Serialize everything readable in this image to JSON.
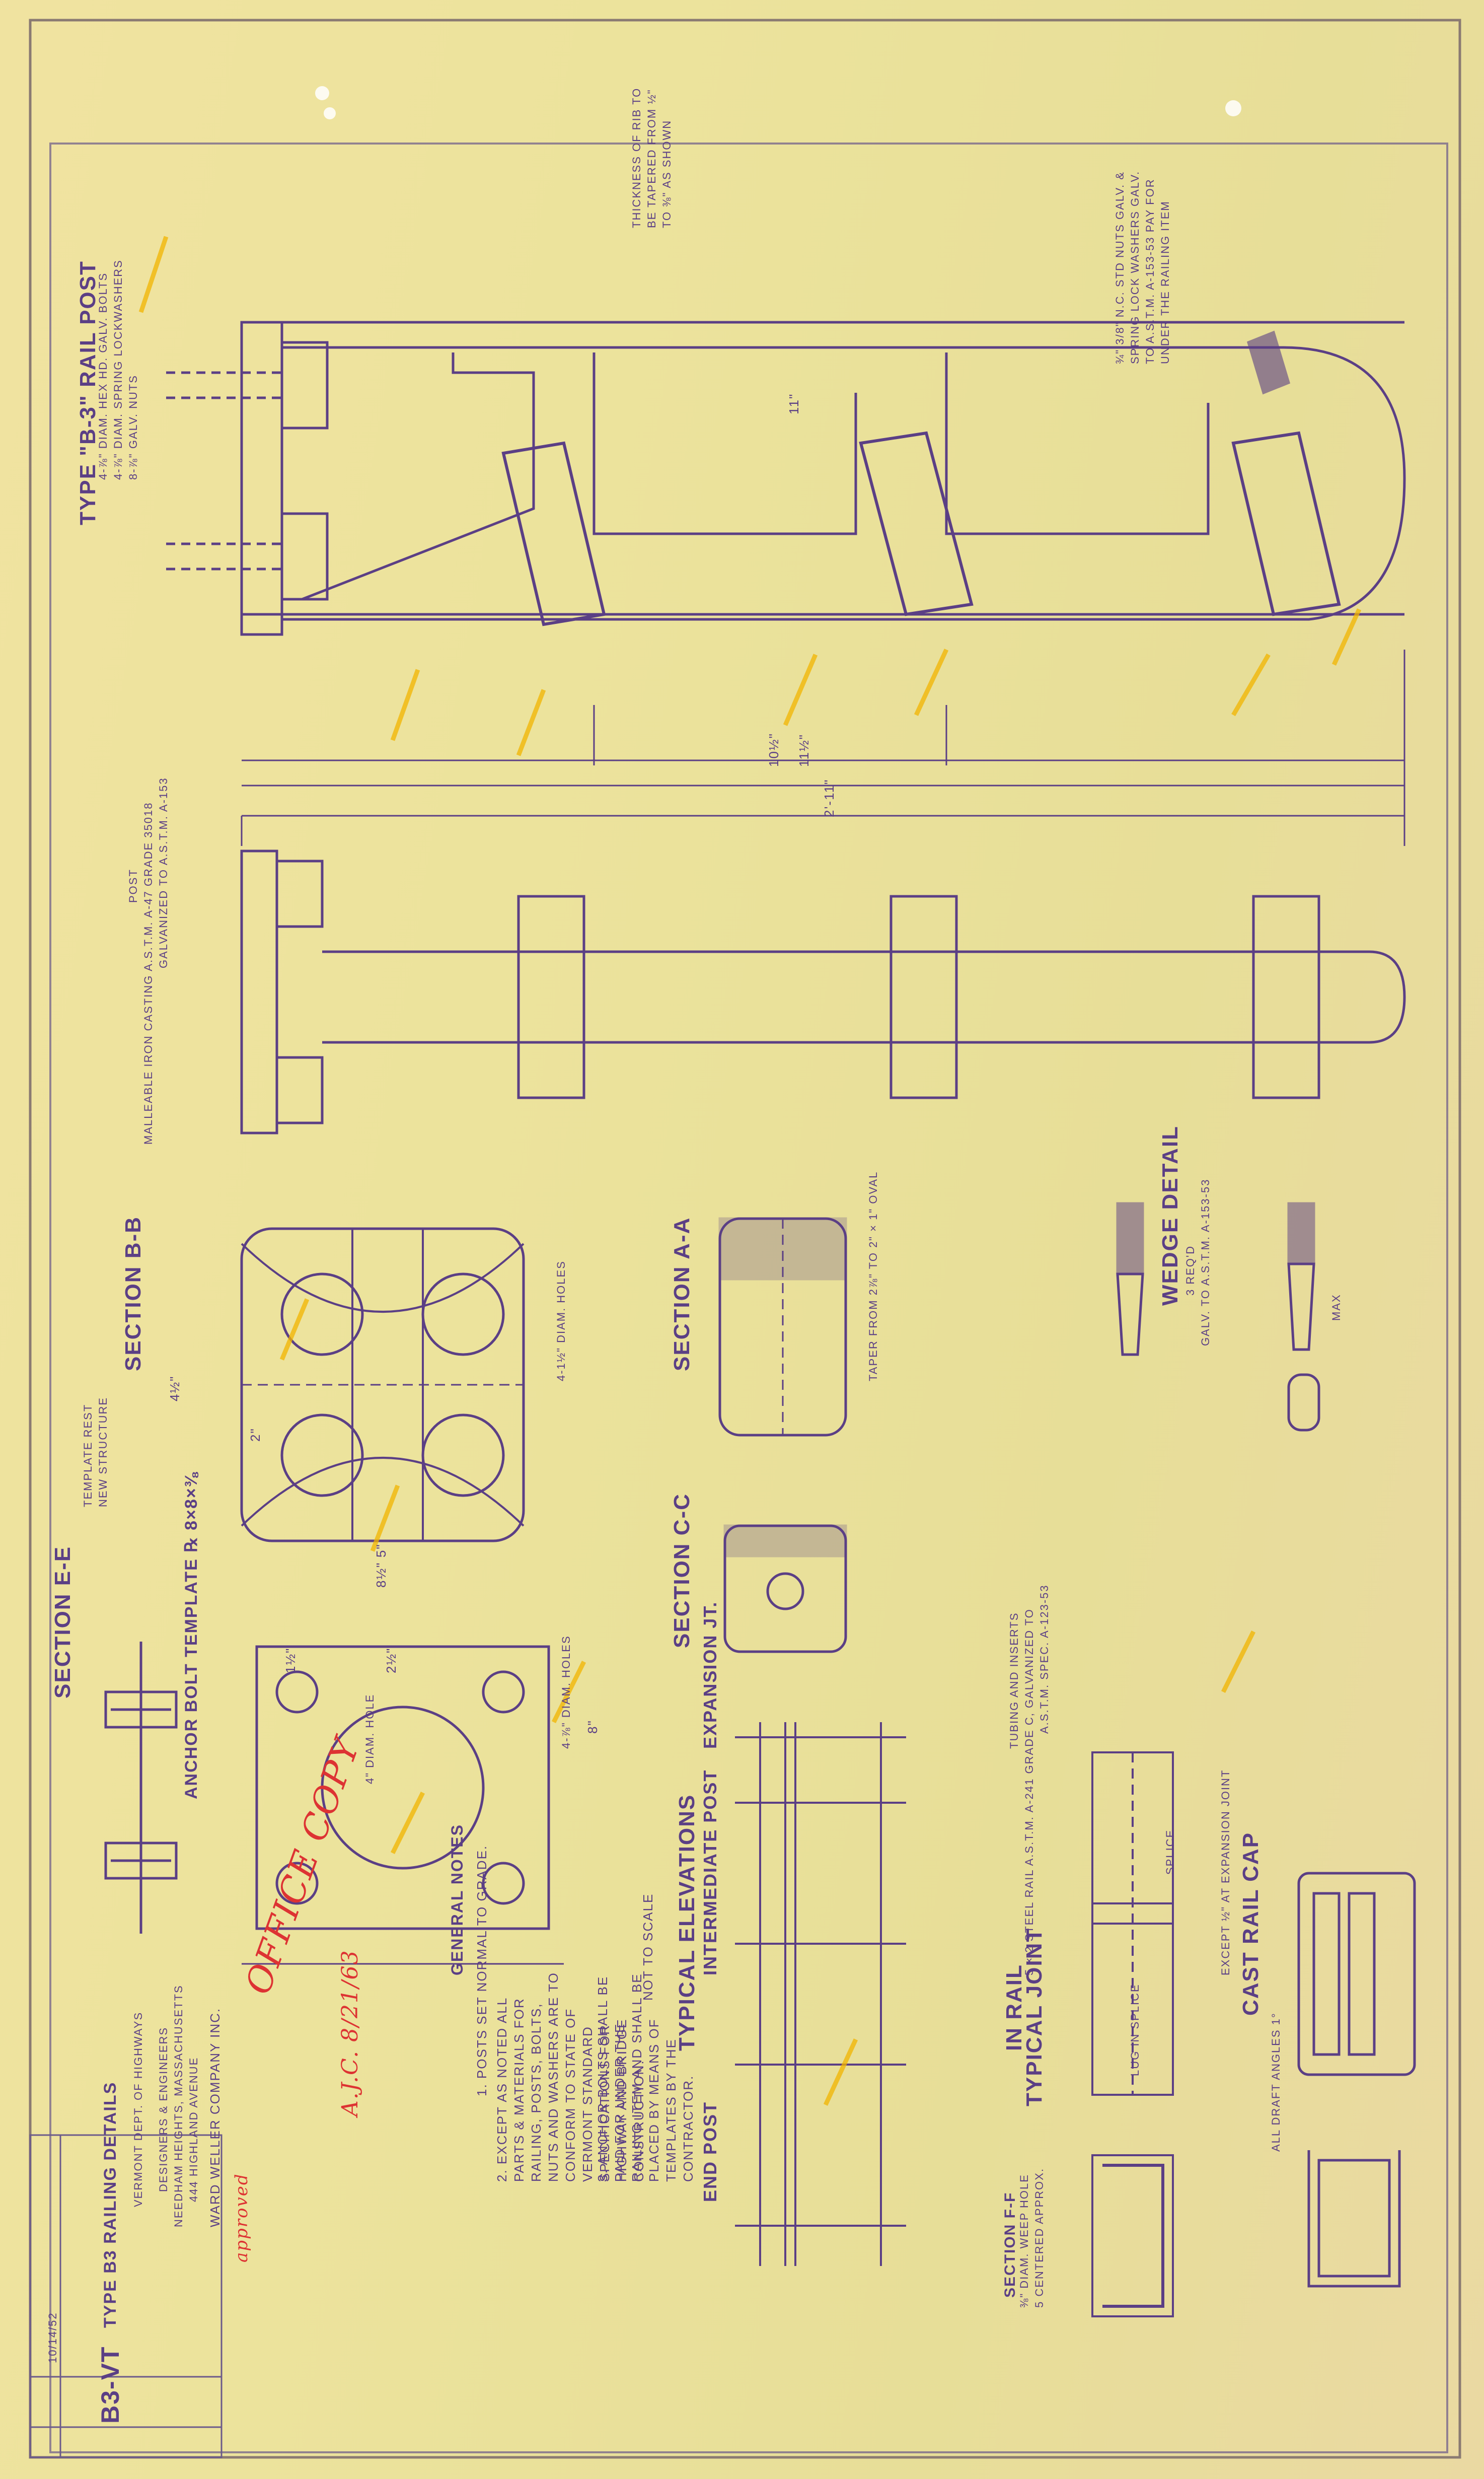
{
  "titles": {
    "rail_post": "TYPE \"B-3\" RAIL POST",
    "section_bb": "SECTION B-B",
    "section_aa": "SECTION A-A",
    "section_cc": "SECTION C-C",
    "section_ee": "SECTION E-E",
    "wedge": "WEDGE DETAIL",
    "anchor_template": "ANCHOR BOLT TEMPLATE  ℞ 8×8×⅜",
    "typical_joint": "TYPICAL JOINT",
    "in_rail": "IN RAIL",
    "cast_rail_cap": "CAST RAIL CAP",
    "section_ff": "SECTION F-F",
    "typical_elevations": "TYPICAL ELEVATIONS",
    "not_to_scale": "NOT TO SCALE",
    "expansion_jt": "EXPANSION JT.",
    "intermediate_post": "INTERMEDIATE POST",
    "end_post": "END POST",
    "general_notes": "GENERAL NOTES"
  },
  "notes": {
    "nuts": "¾\" 3/8\" N.C. STD NUTS GALV. & SPRING LOCK WASHERS GALV. TO A.S.T.M. A-153-53 PAY FOR UNDER THE RAILING ITEM",
    "rib_1": "THICKNESS OF RIB TO",
    "rib_2": "BE TAPERED FROM ½\"",
    "rib_3": "TO ⅜\" AS SHOWN",
    "bolts_1": "4-⅞\" DIAM. HEX HD. GALV. BOLTS",
    "bolts_2": "4-⅞\" DIAM. SPRING LOCKWASHERS",
    "bolts_3": "8-⅞\" GALV. NUTS",
    "post_1": "POST",
    "post_2": "MALLEABLE IRON CASTING A.S.T.M. A-47 GRADE 35018",
    "post_3": "GALVANIZED TO A.S.T.M. A-153",
    "holes": "4-1½\" DIAM. HOLES",
    "anchor_holes": "4-⅞\" DIAM. HOLES",
    "diam_hole": "4\" DIAM. HOLE",
    "taper": "TAPER FROM 2⅞\" TO 2\" × 1\" OVAL",
    "wedge_1": "3 REQ'D",
    "wedge_2": "GALV. TO A.S.T.M. A-153-53",
    "tubing_1": "TUBING AND INSERTS",
    "tubing_2": "5 × 2 STEEL RAIL A.S.T.M. A-241 GRADE C, GALVANIZED TO",
    "tubing_3": "A.S.T.M. SPEC. A-123-53",
    "template_1": "TEMPLATE REST",
    "template_2": "NEW STRUCTURE",
    "splice": "SPLICE",
    "weep_1": "⅜\" DIAM. WEEP HOLE",
    "weep_2": "5 CENTERED APPROX.",
    "draft": "ALL DRAFT ANGLES 1°",
    "except_joint": "EXCEPT ½\" AT EXPANSION JOINT",
    "lug_splice": "LUG IN SPLICE",
    "max": "MAX",
    "note_1": "1. POSTS SET NORMAL TO GRADE.",
    "note_2": "2. EXCEPT AS NOTED ALL PARTS & MATERIALS FOR RAILING, POSTS, BOLTS, NUTS AND WASHERS ARE TO CONFORM TO STATE OF VERMONT STANDARD SPECIFICATIONS FOR HIGHWAY AND BRIDGE CONSTRUCTION.",
    "note_3": "3. ANCHOR BOLTS SHALL BE PAID FOR UNDER THE RAILING ITEM AND SHALL BE PLACED BY MEANS OF TEMPLATES BY THE CONTRACTOR."
  },
  "dims": {
    "d_11": "11\"",
    "d_10_5": "10½\"",
    "d_11_5": "11½\"",
    "d_2_11": "2'-11\"",
    "d_4_5": "4½\"",
    "d_5": "5\"",
    "d_8_5": "8½\"",
    "d_8": "8\"",
    "d_1_5": "1½\"",
    "d_2_5": "2½\"",
    "d_2": "2\""
  },
  "title_block": {
    "company": "WARD WELLER COMPANY INC.",
    "address": "444 HIGHLAND AVENUE",
    "city": "NEEDHAM HEIGHTS, MASSACHUSETTS",
    "engineers": "DESIGNERS & ENGINEERS",
    "dept": "VERMONT DEPT. OF HIGHWAYS",
    "drawing_title": "TYPE B3 RAILING DETAILS",
    "drawing_no": "B3-VT",
    "date": "10/14/52"
  },
  "stamps": {
    "office_copy": "OFFICE COPY",
    "signature": "A.J.C. 8/21/63",
    "approved": "approved"
  },
  "colors": {
    "paper": "#ece39c",
    "ink": "#5b3f85",
    "highlight": "#f2b400",
    "stamp": "#d33"
  }
}
